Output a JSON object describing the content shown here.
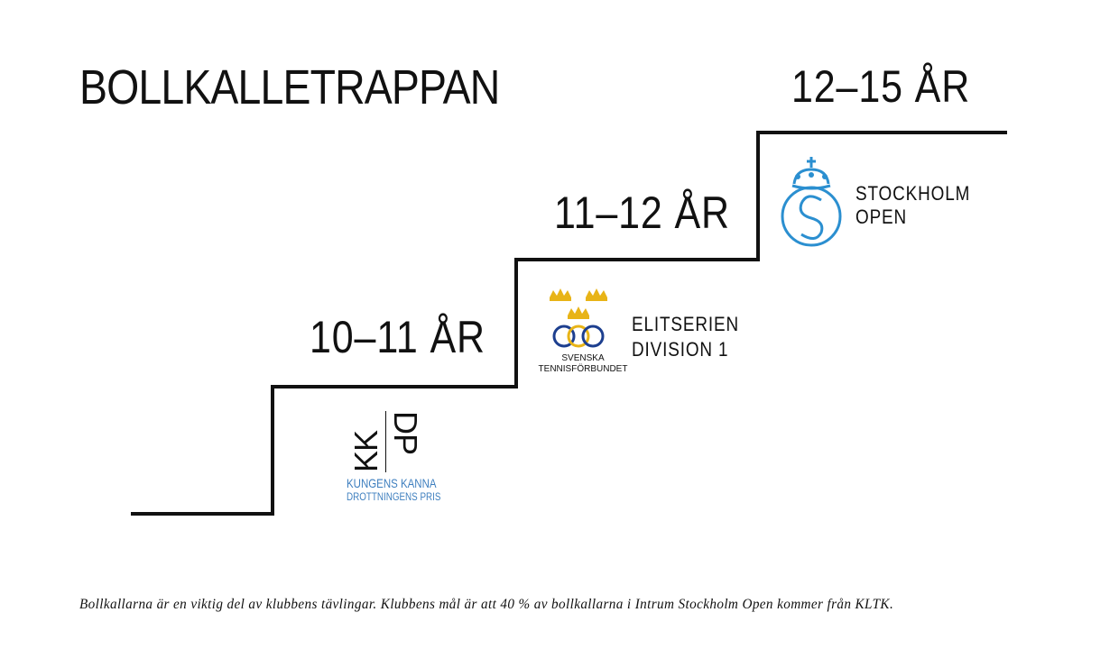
{
  "title": "BOLLKALLETRAPPAN",
  "steps": [
    {
      "age": "10–11 ÅR",
      "logo": "kkdp-logo",
      "logo_text": {
        "left": "KK",
        "right": "DP",
        "line1": "KUNGENS KANNA",
        "line2": "DROTTNINGENS PRIS"
      }
    },
    {
      "age": "11–12 ÅR",
      "logo": "svenska-tennisforbundet-logo",
      "logo_text": {
        "line1": "SVENSKA",
        "line2": "TENNISFÖRBUNDET"
      },
      "label_line1": "ELITSERIEN",
      "label_line2": "DIVISION 1"
    },
    {
      "age": "12–15 ÅR",
      "logo": "stockholm-open-logo",
      "label_line1": "STOCKHOLM",
      "label_line2": "OPEN"
    }
  ],
  "footnote": "Bollkallarna är en viktig del av klubbens tävlingar. Klubbens mål är att 40 % av bollkallarna i Intrum Stockholm Open kommer från KLTK.",
  "colors": {
    "text": "#111111",
    "blue": "#3e7fbf",
    "logo_blue": "#2b8fd0",
    "gold": "#e8b417",
    "navy": "#1d3f8f"
  }
}
